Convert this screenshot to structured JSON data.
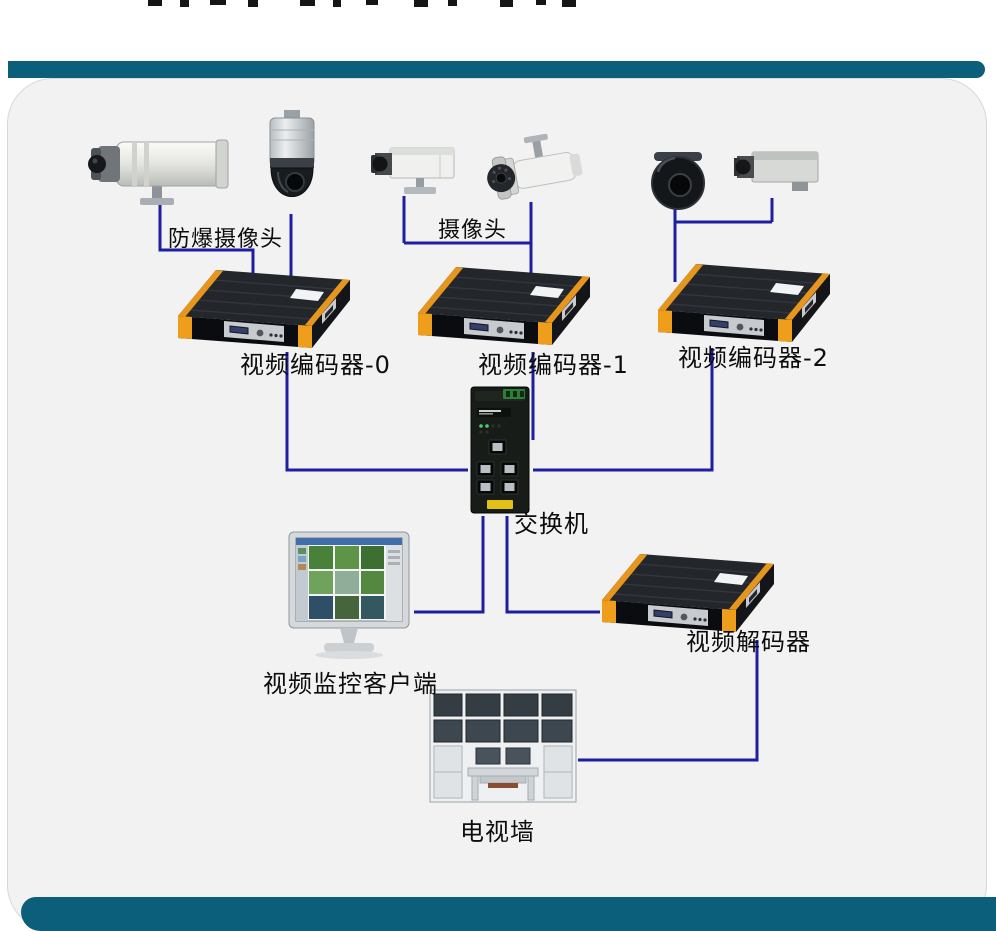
{
  "frame": {
    "top_bar_color": "#0c5f7a",
    "bottom_bar_color": "#0c5f7a",
    "panel_color": "#f2f2f3",
    "wire_color": "#1e1ea0",
    "accent_orange": "#ef9e1c"
  },
  "labels": {
    "explosion_camera": "防爆摄像头",
    "camera": "摄像头",
    "encoder_0": "视频编码器-0",
    "encoder_1": "视频编码器-1",
    "encoder_2": "视频编码器-2",
    "switch": "交换机",
    "monitor_client": "视频监控客户端",
    "decoder": "视频解码器",
    "tv_wall": "电视墙"
  }
}
